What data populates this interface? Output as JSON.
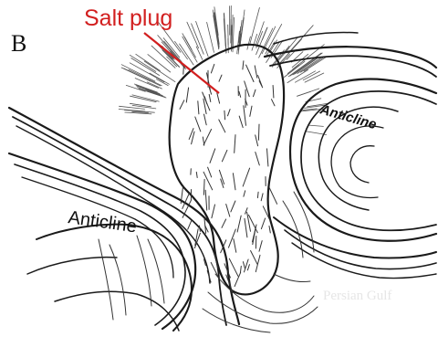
{
  "figure": {
    "panel_letter": "B",
    "labels": {
      "salt_plug": "Salt plug",
      "anticline_left": "Anticline",
      "anticline_right": "Anticline",
      "watermark": "Persian Gulf"
    },
    "colors": {
      "callout": "#d21f1f",
      "ink": "#1a1a1a",
      "watermark": "#e6e6e6"
    }
  }
}
